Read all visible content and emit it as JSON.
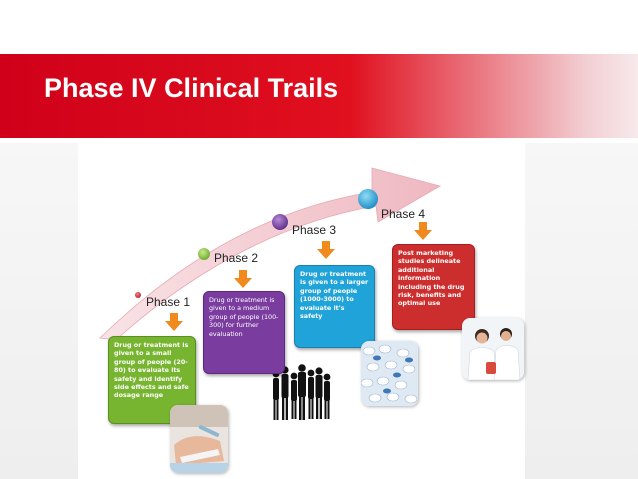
{
  "slide": {
    "title": "Phase IV Clinical Trails"
  },
  "phases": [
    {
      "label": "Phase 1",
      "text": "Drug or treatment is given to a small group of people (20-80) to evaluate its safety and identify side effects and safe dosage range",
      "color": "#77b530"
    },
    {
      "label": "Phase 2",
      "text": "Drug or treatment is given to a medium group of people (100-300) for further evaluation",
      "color": "#7a3d9f"
    },
    {
      "label": "Phase 3",
      "text": "Drug or treatment is given to a larger group of people (1000-3000) to evaluate it's safety",
      "color": "#20a3d8"
    },
    {
      "label": "Phase 4",
      "text": "Post marketing studies delineate additional information including the drug risk, benefits and optimal use",
      "color": "#cc2e2e"
    }
  ],
  "colors": {
    "title_bar": "#d0001a",
    "step_arrow": "#f08a1c",
    "big_arrow": "#f2c9cf"
  }
}
